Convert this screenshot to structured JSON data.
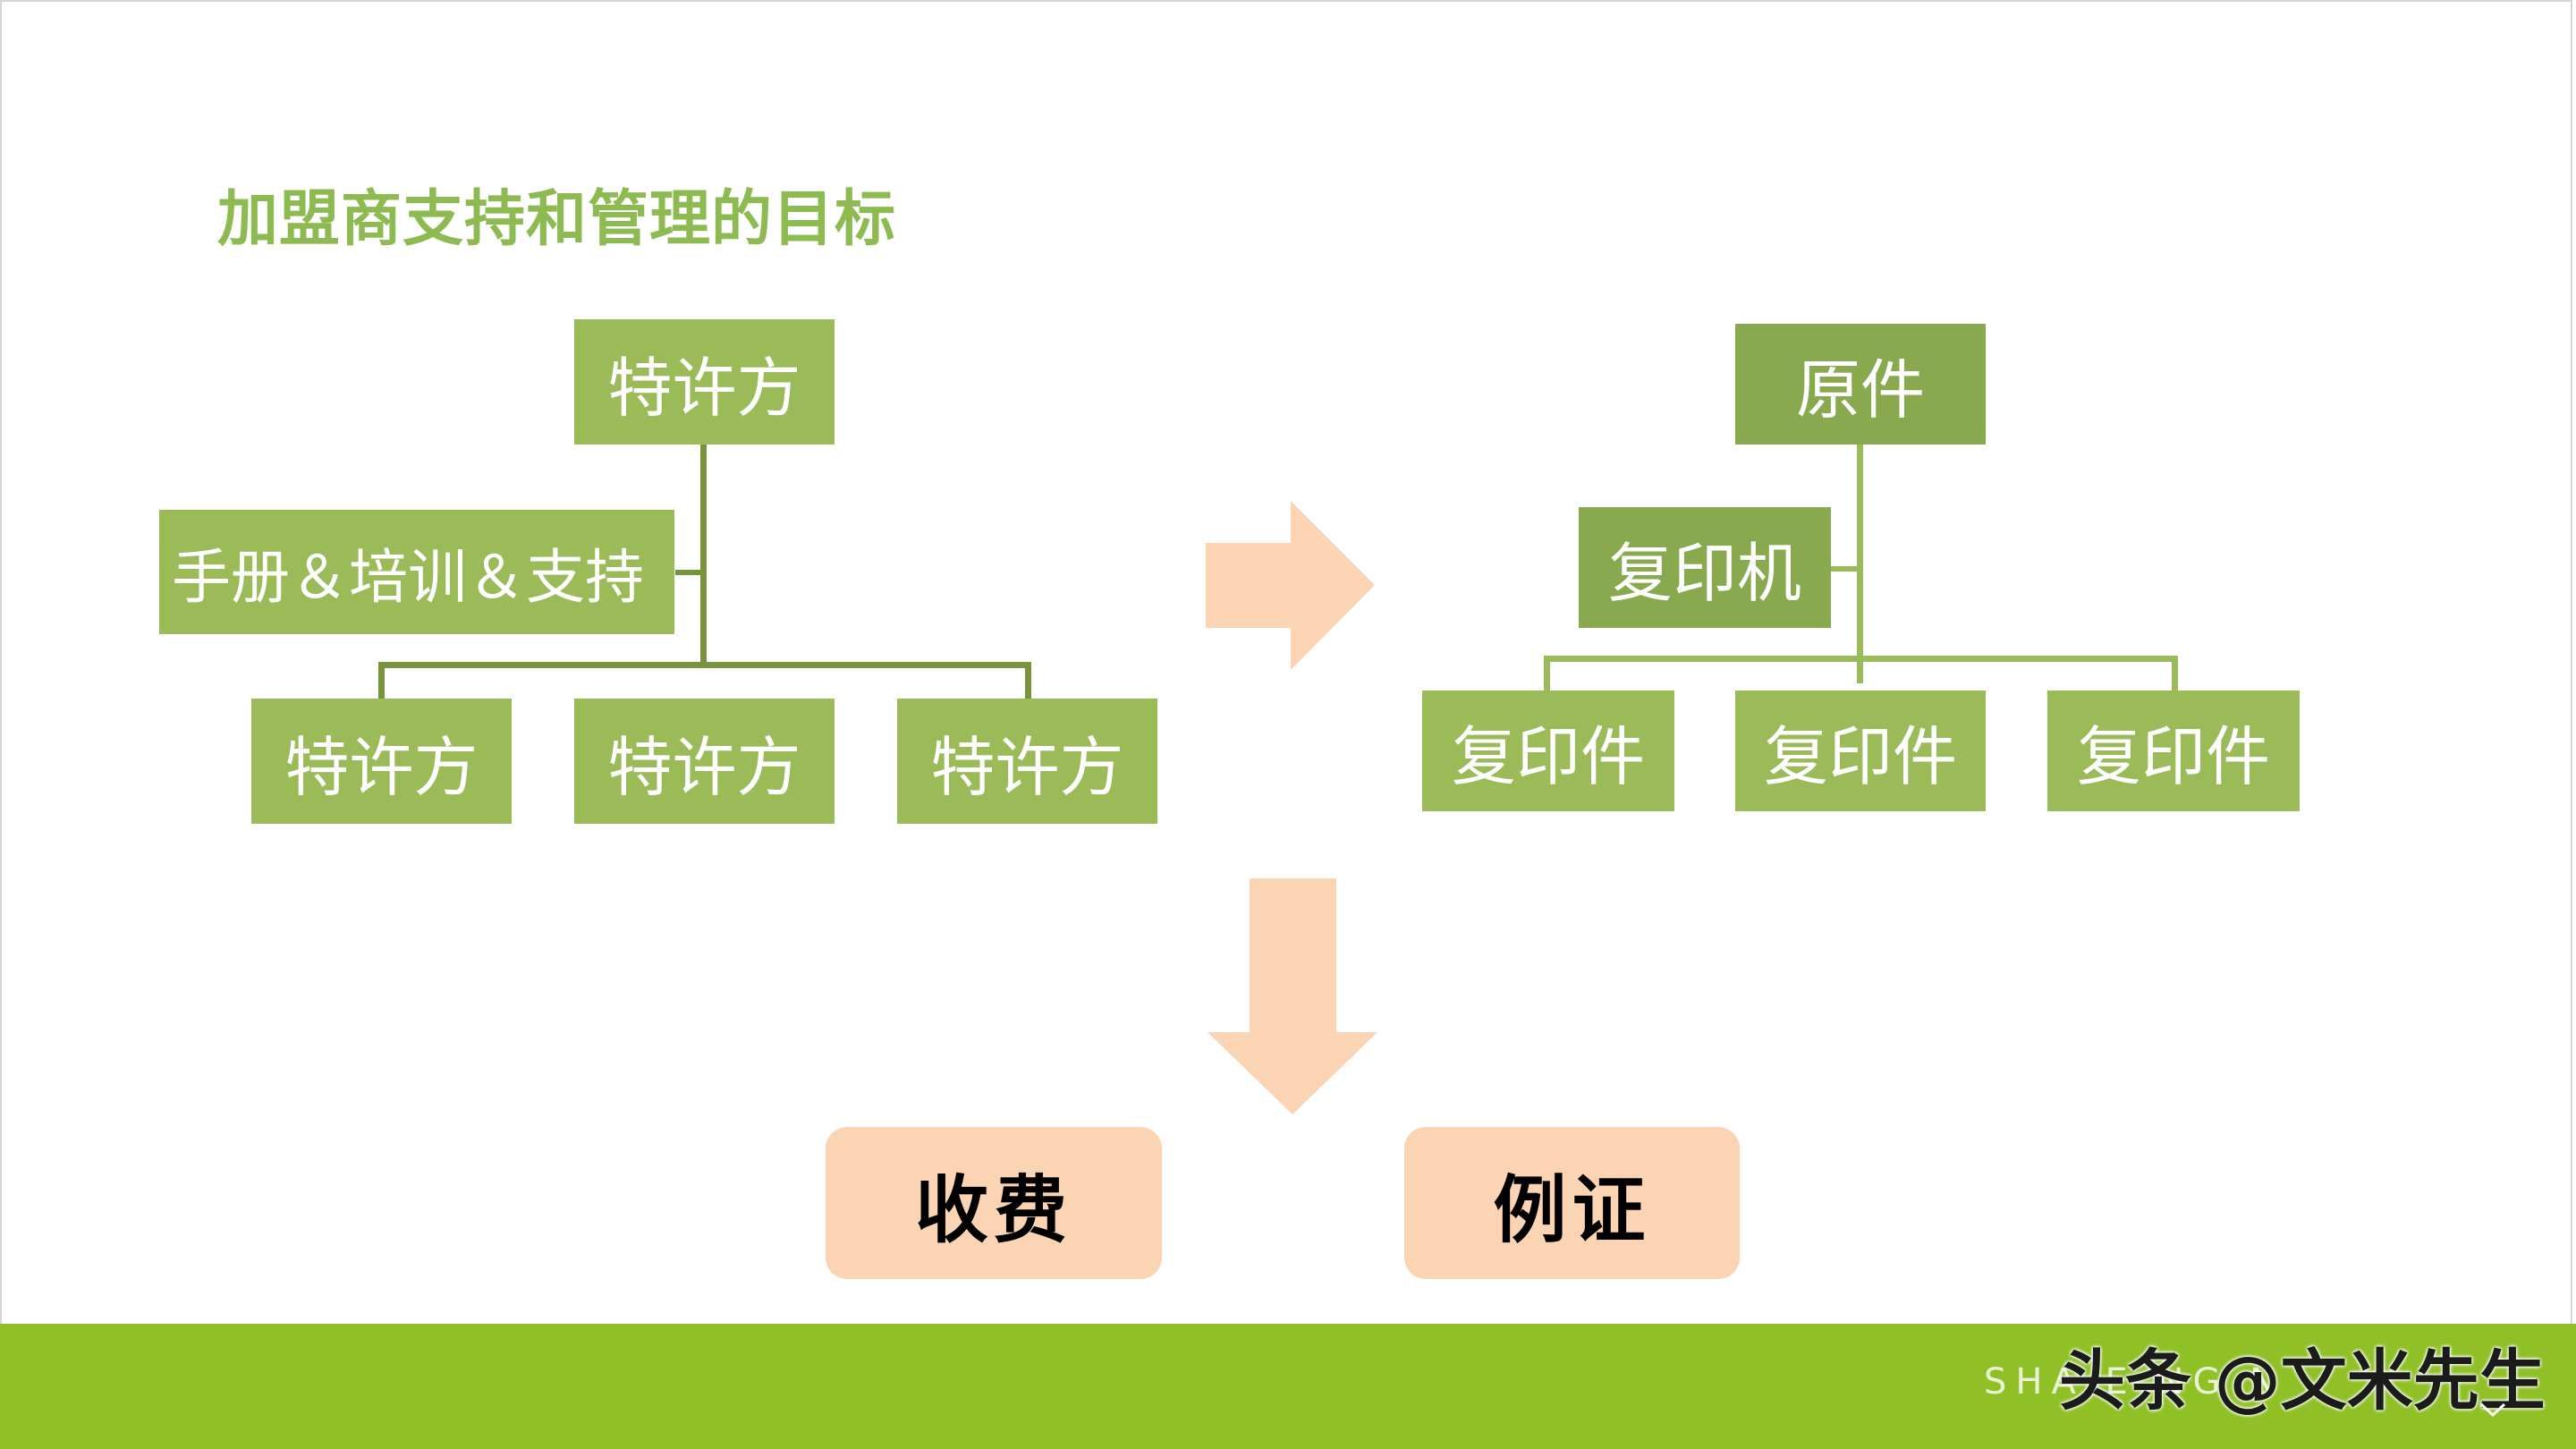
{
  "title": "加盟商支持和管理的目标",
  "left_tree": {
    "root": "特许方",
    "assistant": "手册＆培训＆支持",
    "children": [
      "特许方",
      "特许方",
      "特许方"
    ]
  },
  "right_tree": {
    "root": "原件",
    "assistant": "复印机",
    "children": [
      "复印件",
      "复印件",
      "复印件"
    ]
  },
  "outcomes": [
    "收费",
    "例证"
  ],
  "footer": {
    "text": "SHA  E  NG  N",
    "watermark": "头条 @文米先生"
  },
  "colors": {
    "title": "#8dbb52",
    "box_light": "#9bbb59",
    "box_dark": "#88a94d",
    "connector": "#77933c",
    "arrow": "#fbd4b4",
    "footer": "#8fc127"
  },
  "icons": [
    "right-arrow-icon",
    "down-arrow-icon",
    "check-icon"
  ]
}
